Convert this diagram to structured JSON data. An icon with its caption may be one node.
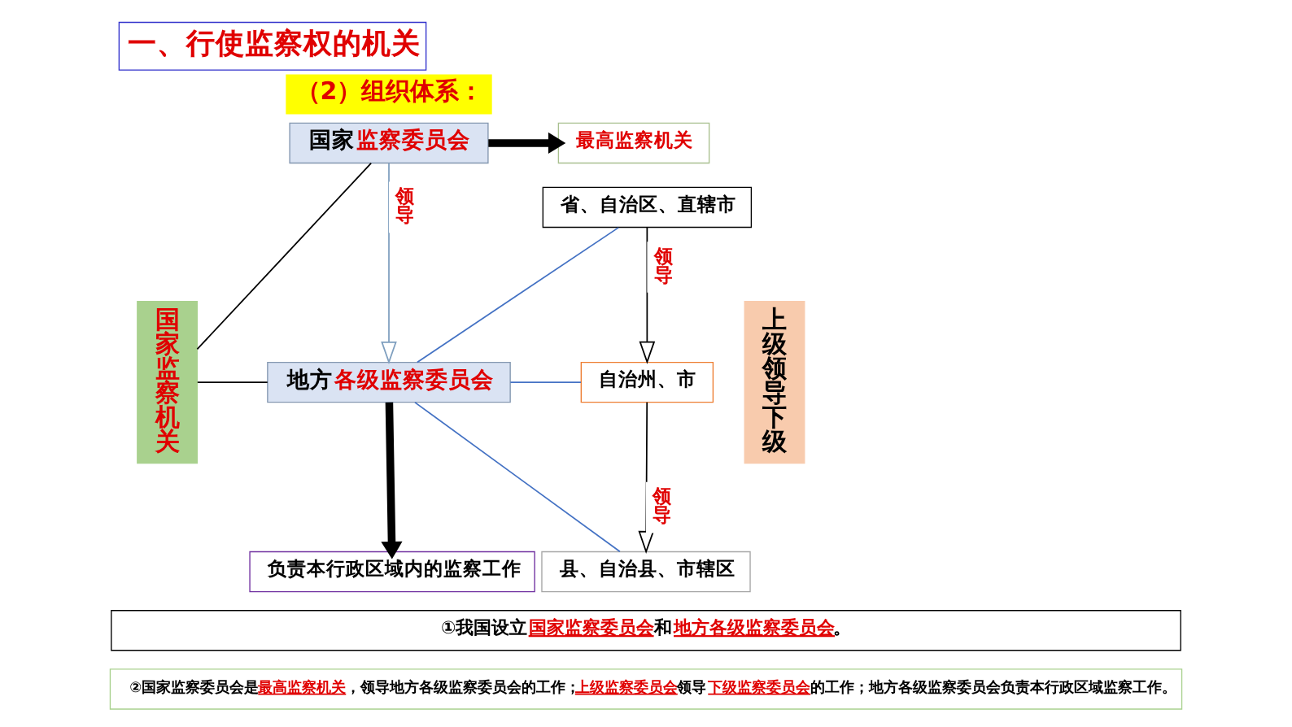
{
  "diagram": {
    "title": "一、行使监察权的机关",
    "nodes": [
      {
        "text": [
          "国家监察机关"
        ]
      },
      {
        "text": [
          "国家**监察委员会**"
        ]
      },
      {
        "text": [
          "地方**各级监察委员会**"
        ]
      },
      {
        "text": [
          "负责本行政区域内的监察工作"
        ]
      },
      {
        "text": [
          "最高监察机关"
        ]
      },
      {
        "text": [
          "省、自治区、直辖市"
        ]
      },
      {
        "text": [
          "自治州、市"
        ]
      },
      {
        "text": [
          "县、自治县、市辖区"
        ]
      },
      {
        "text": [
          "上级领导下级"
        ]
      },
      {
        "text": [
          "①我国设立**国家监察委员会**和**地方各级监察委员会**。"
        ]
      },
      {
        "text": [
          "②国家监察委员会是**最高监察机关**，领导地方各级监察委员会的工作；**上级监察委员会**领导**下级监察委员会**的工作；地方各级监察委员会负责本行政区域监察工作。"
        ]
      }
    ],
    "edges": [
      {
        "from": 0,
        "to": 1,
        "arrow": "none"
      },
      {
        "from": 0,
        "to": 2,
        "arrow": "none"
      },
      {
        "from": 1,
        "to": 4,
        "arrow": "to",
        "style": "thick"
      },
      {
        "from": 1,
        "to": 2,
        "arrow": "to",
        "label": "领导",
        "color": "#7f9fbf"
      },
      {
        "from": 2,
        "to": 3,
        "arrow": "to",
        "style": "thick"
      },
      {
        "from": 2,
        "to": 5,
        "arrow": "none",
        "color": "#4472c4"
      },
      {
        "from": 2,
        "to": 6,
        "arrow": "none",
        "color": "#4472c4"
      },
      {
        "from": 2,
        "to": 7,
        "arrow": "none",
        "color": "#4472c4"
      },
      {
        "from": 5,
        "to": 6,
        "arrow": "to",
        "label": "领导"
      },
      {
        "from": 6,
        "to": 7,
        "arrow": "to",
        "label": "领导"
      }
    ],
    "labels": [
      "（2）组织体系："
    ]
  }
}
